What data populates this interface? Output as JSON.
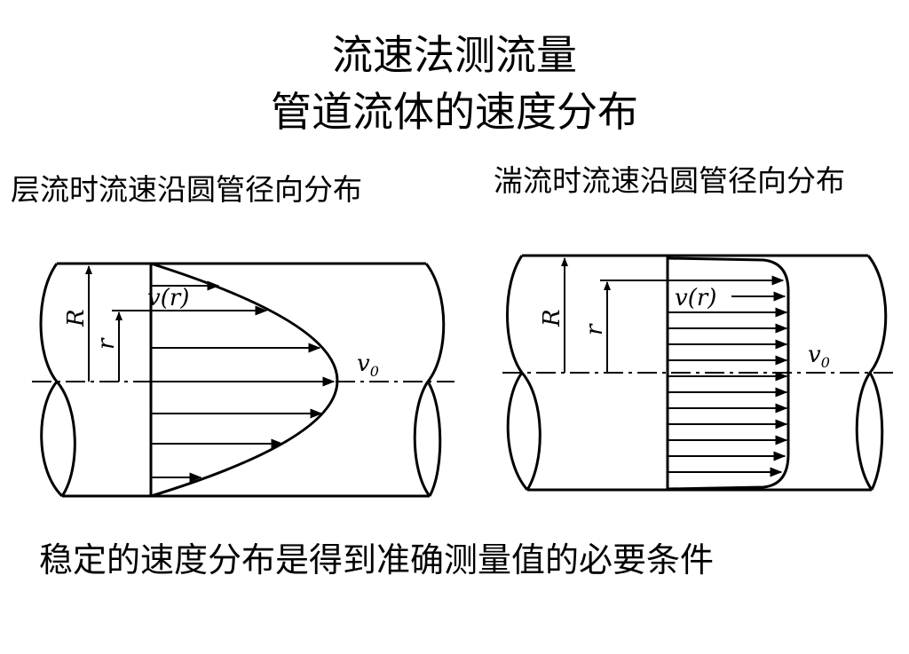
{
  "header": {
    "title": "流速法测流量",
    "subtitle": "管道流体的速度分布"
  },
  "captions": {
    "laminar": "层流时流速沿圆管径向分布",
    "turbulent": "湍流时流速沿圆管径向分布"
  },
  "labels": {
    "R": "R",
    "r": "r",
    "vr": "v(r)",
    "v": "v",
    "sub0": "0"
  },
  "footer": {
    "text": "稳定的速度分布是得到准确测量值的必要条件"
  }
}
